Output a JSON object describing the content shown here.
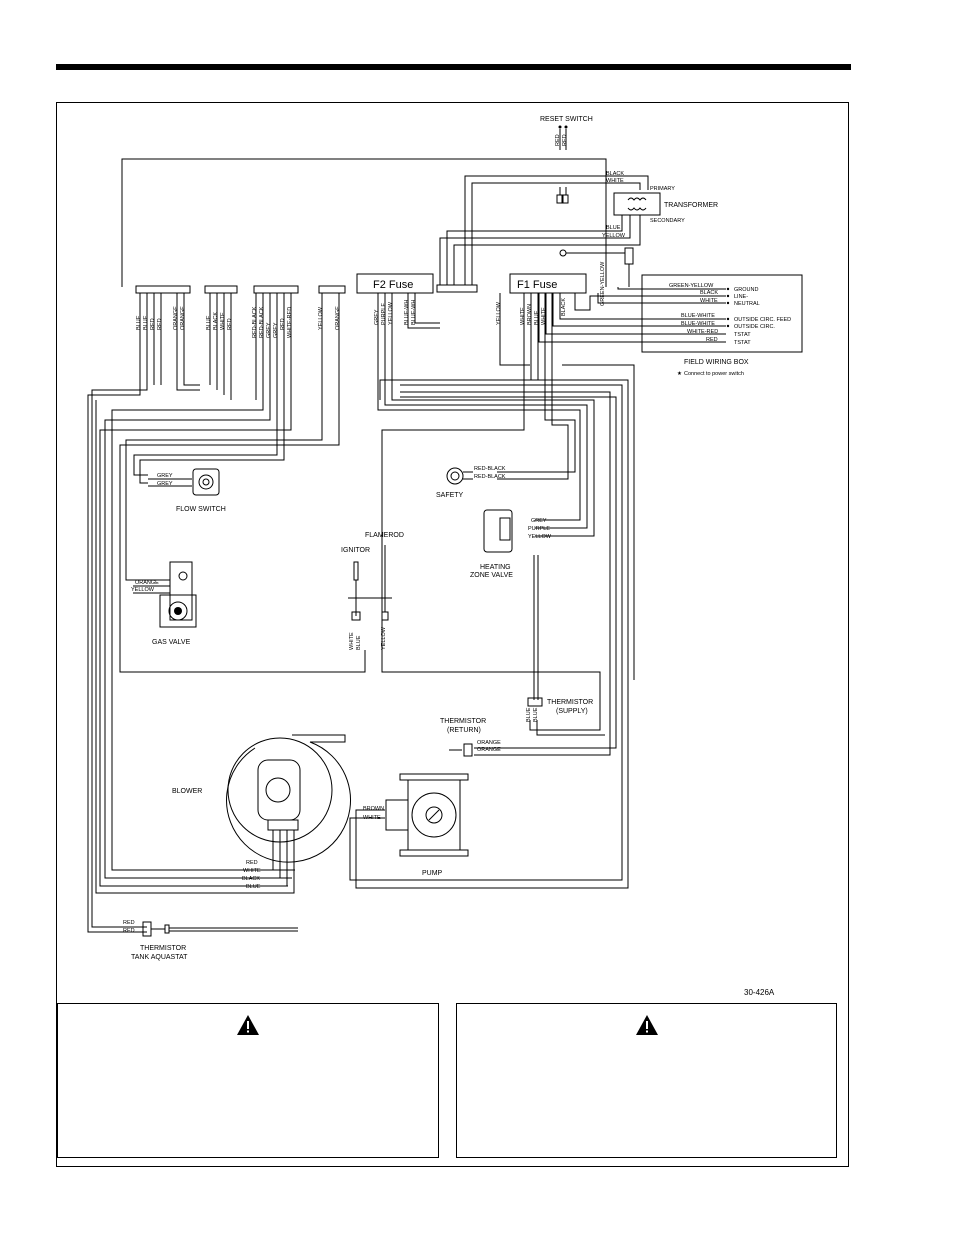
{
  "diagram": {
    "reset_switch": "RESET SWITCH",
    "reset_wires": [
      "RED",
      "RED"
    ],
    "transformer": "TRANSFORMER",
    "primary": "PRIMARY",
    "secondary": "SECONDARY",
    "transformer_wires": [
      "BLACK",
      "WHITE",
      "BLUE",
      "YELLOW"
    ],
    "f2_fuse": "F2 Fuse",
    "f1_fuse": "F1 Fuse",
    "field_wiring_box": "FIELD WIRING BOX",
    "field_note": "Connect to power switch",
    "field_rows": [
      {
        "wire": "GREEN-YELLOW",
        "term": "GROUND"
      },
      {
        "wire": "BLACK",
        "term": "LINE-"
      },
      {
        "wire": "WHITE",
        "term": "NEUTRAL"
      },
      {
        "wire": "BLUE-WHITE",
        "term": "OUTSIDE CIRC. FEED"
      },
      {
        "wire": "BLUE-WHITE",
        "term": "OUTSIDE CIRC."
      },
      {
        "wire": "WHITE-RED",
        "term": "TSTAT"
      },
      {
        "wire": "RED",
        "term": "TSTAT"
      }
    ],
    "green_yellow_vertical": "GREEN-YELLOW",
    "conn1_wires": [
      "BLUE",
      "BLUE",
      "RED",
      "RED",
      "ORANGE",
      "ORANGE"
    ],
    "conn2_wires": [
      "BLUE",
      "BLACK",
      "WHITE",
      "RED"
    ],
    "conn3_wires": [
      "RED-BLACK",
      "RED-BLACK",
      "GREY",
      "GREY",
      "RED",
      "WHITE-RED"
    ],
    "conn4_wires": [
      "YELLOW",
      "ORANGE"
    ],
    "f2_wires": [
      "GREY",
      "PURPLE",
      "YELLOW",
      "BLUE-WH",
      "BLUE-WH"
    ],
    "f1_wires": [
      "YELLOW",
      "WHITE",
      "BROWN",
      "BLUE",
      "WHITE",
      "BLACK"
    ],
    "flow_switch": "FLOW SWITCH",
    "flow_wires": [
      "GREY",
      "GREY"
    ],
    "safety": "SAFETY",
    "safety_wires": [
      "RED-BLACK",
      "RED-BLACK"
    ],
    "flamerod": "FLAMEROD",
    "ignitor": "IGNITOR",
    "ignitor_wires": [
      "WHITE",
      "BLUE"
    ],
    "flamerod_wire": "YELLOW",
    "gas_valve": "GAS VALVE",
    "gas_wires": [
      "ORANGE",
      "YELLOW"
    ],
    "heating_zone_valve": [
      "HEATING",
      "ZONE VALVE"
    ],
    "zone_wires": [
      "GREY",
      "PURPLE",
      "YELLOW"
    ],
    "thermistor_supply": [
      "THERMISTOR",
      "(SUPPLY)"
    ],
    "supply_wires": [
      "BLUE",
      "BLUE"
    ],
    "thermistor_return": [
      "THERMISTOR",
      "(RETURN)"
    ],
    "return_wires": [
      "ORANGE",
      "ORANGE"
    ],
    "blower": "BLOWER",
    "blower_wires": [
      "RED",
      "WHITE",
      "BLACK",
      "BLUE"
    ],
    "pump": "PUMP",
    "pump_wires": [
      "BROWN",
      "WHITE"
    ],
    "tank_thermistor": [
      "THERMISTOR",
      "TANK AQUASTAT"
    ],
    "tank_wires": [
      "RED",
      "RED"
    ],
    "figure_id": "30-426A"
  },
  "warnings": [
    {
      "icon": "warning-triangle-icon"
    },
    {
      "icon": "warning-triangle-icon"
    }
  ]
}
